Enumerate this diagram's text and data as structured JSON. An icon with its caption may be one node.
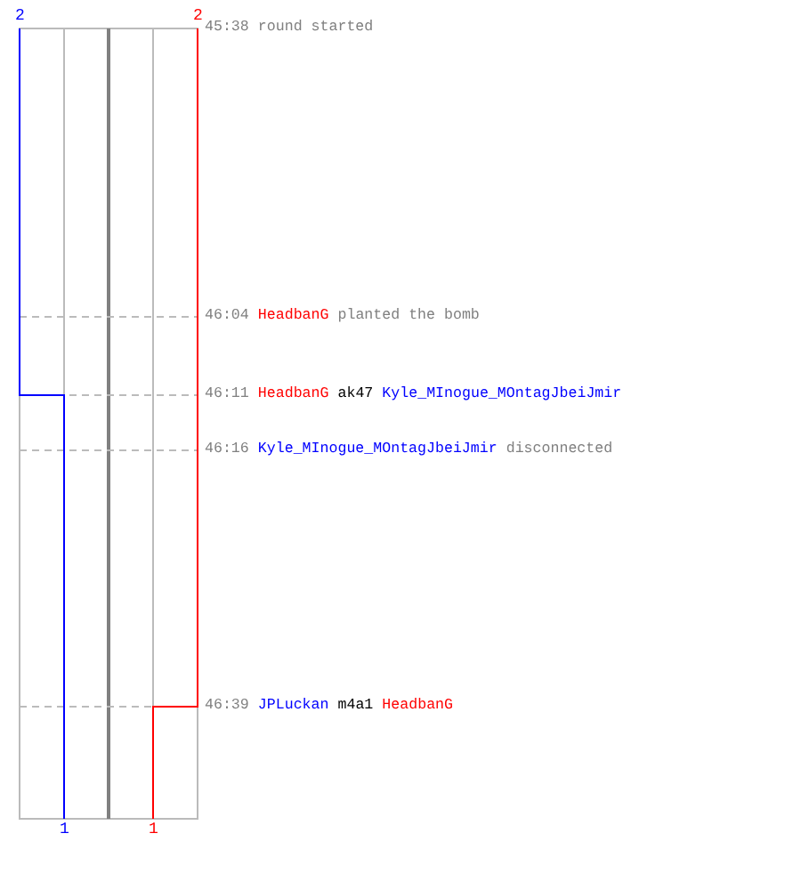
{
  "diagram": {
    "labels": [
      "2",
      "2",
      "45:38",
      "round started",
      "46:04",
      "HeadbanG",
      "planted the bomb",
      "46:11",
      "HeadbanG",
      "ak47",
      "Kyle_MInogue_MOntagJbeiJmir",
      "46:16",
      "Kyle_MInogue_MOntagJbeiJmir",
      "disconnected",
      "46:39",
      "JPLuckan",
      "m4a1",
      "HeadbanG",
      "1",
      "1"
    ]
  }
}
